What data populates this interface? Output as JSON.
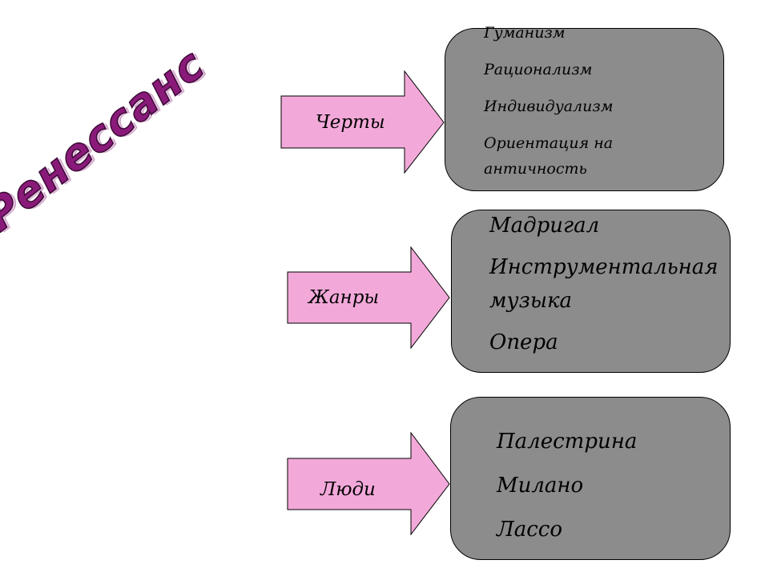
{
  "title": "Ренессанс",
  "rows": [
    {
      "label": "Черты",
      "items": [
        "Гуманизм",
        "Рационализм",
        "Индивидуализм",
        "Ориентация на",
        "античность"
      ]
    },
    {
      "label": "Жанры",
      "items": [
        "Мадригал",
        "Инструментальная",
        "музыка",
        "Опера"
      ]
    },
    {
      "label": "Люди",
      "items": [
        "Палестрина",
        "Милано",
        "Лассо"
      ]
    }
  ],
  "colors": {
    "arrow_fill": "#f2a9d9",
    "box_fill": "#8c8c8c",
    "title": "#8a1a7a"
  }
}
